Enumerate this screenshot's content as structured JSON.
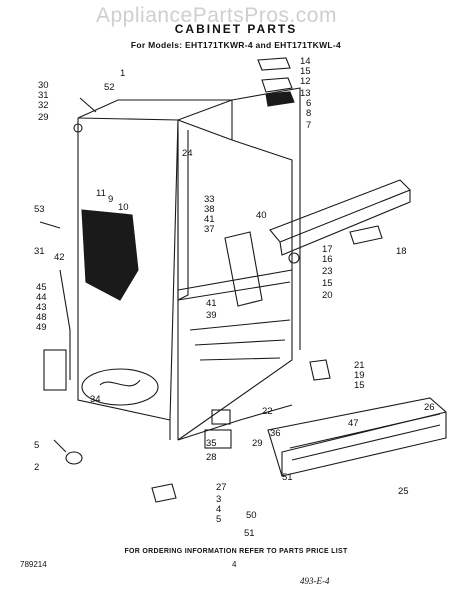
{
  "watermark": "AppliancePartsPros.com",
  "title": "CABINET PARTS",
  "models_line": "For Models: EHT171TKWR-4 and EHT171TKWL-4",
  "footer_note": "FOR ORDERING INFORMATION REFER TO PARTS PRICE LIST",
  "doc_number": "789214",
  "page_number": "4",
  "handwritten_note": "493-E-4",
  "callouts": [
    "1",
    "52",
    "30",
    "31",
    "32",
    "29",
    "24",
    "33",
    "38",
    "41",
    "37",
    "40",
    "11",
    "9",
    "10",
    "53",
    "31",
    "42",
    "45",
    "44",
    "43",
    "48",
    "49",
    "39",
    "41",
    "34",
    "14",
    "15",
    "12",
    "13",
    "6",
    "8",
    "7",
    "18",
    "17",
    "16",
    "23",
    "15",
    "20",
    "21",
    "19",
    "15",
    "22",
    "26",
    "47",
    "36",
    "29",
    "35",
    "28",
    "5",
    "2",
    "27",
    "3",
    "4",
    "5",
    "50",
    "51",
    "51",
    "25"
  ]
}
